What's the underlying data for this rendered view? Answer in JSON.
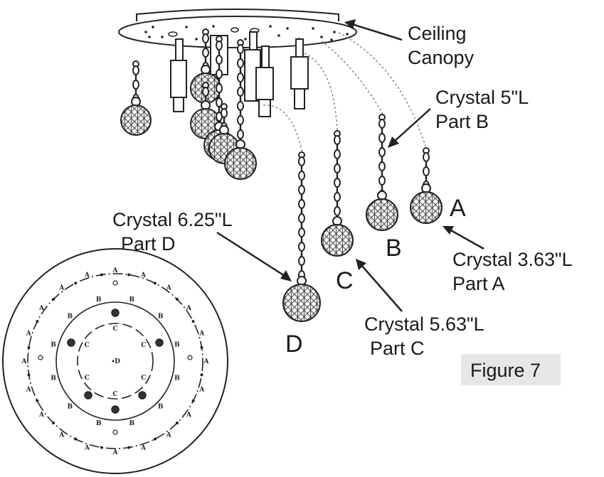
{
  "figure_label": "Figure 7",
  "callouts": {
    "canopy": {
      "line1": "Ceiling",
      "line2": "Canopy"
    },
    "part_b": {
      "line1": "Crystal 5\"L",
      "line2": "Part B"
    },
    "part_d": {
      "line1": "Crystal 6.25\"L",
      "line2": "Part D"
    },
    "part_a": {
      "line1": "Crystal 3.63\"L",
      "line2": "Part A"
    },
    "part_c": {
      "line1": "Crystal 5.63\"L",
      "line2": "Part C"
    }
  },
  "part_letters": {
    "a": "A",
    "b": "B",
    "c": "C",
    "d": "D"
  },
  "plan_marks": {
    "a": "A",
    "b": "B",
    "c": "C",
    "d": "D"
  }
}
